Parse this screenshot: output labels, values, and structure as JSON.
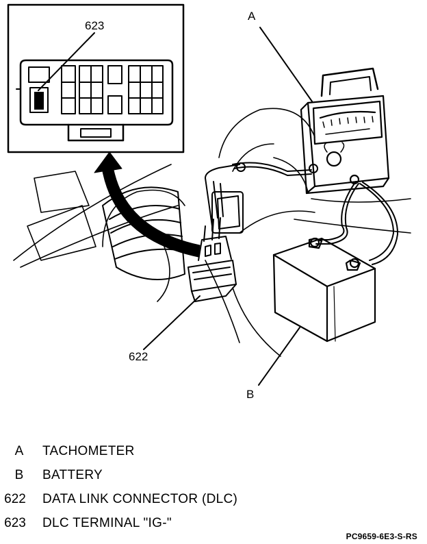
{
  "callouts": {
    "tachometer": "A",
    "battery": "B",
    "dlc": "622",
    "ig_terminal": "623"
  },
  "legend": [
    {
      "key": "A",
      "text": "TACHOMETER"
    },
    {
      "key": "B",
      "text": "BATTERY"
    },
    {
      "key": "622",
      "text": "DATA LINK CONNECTOR (DLC)"
    },
    {
      "key": "623",
      "text": "DLC TERMINAL \"IG-\""
    }
  ],
  "figure_id": "PC9659-6E3-S-RS",
  "colors": {
    "ink": "#000000",
    "paper": "#ffffff"
  }
}
